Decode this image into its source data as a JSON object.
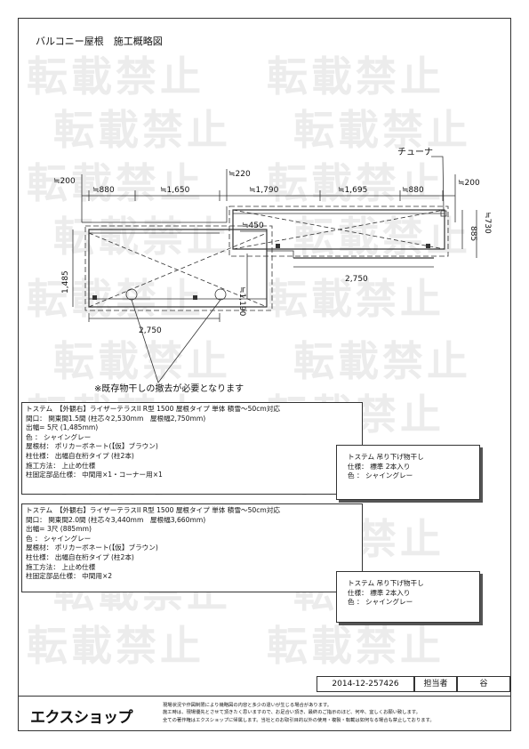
{
  "title": "バルコニー屋根　施工概略図",
  "watermark": "転載禁止",
  "dims": {
    "top_left": "≒200",
    "top_right": "≒200",
    "seg1": "≒880",
    "seg2": "≒1,650",
    "seg3": "≒1,790",
    "seg4": "≒1,695",
    "seg5": "≒880",
    "step": "≒220",
    "gap": "≒450",
    "left_height": "1,485",
    "left_post": "≒1,190",
    "right_885": "885",
    "right_730": "≒730",
    "left_width": "2,750",
    "right_width": "2,750"
  },
  "tuner_label": "チューナ",
  "removal_note": "※既存物干しの撤去が必要となります",
  "spec1": [
    "トステム　【外観右】ライザーテラスII R型 1500 屋根タイプ 単体 積雪～50cm対応",
    "間口： 関東間1.5間 (柱芯々2,530mm　屋根幅2,750mm)",
    "出幅= 5尺 (1,485mm)",
    "色 ： シャイングレー",
    "屋根材： ポリカーボネート(【仮】ブラウン)",
    "柱仕様： 出幅自在桁タイプ (柱2本)",
    "施工方法： 上止め仕様",
    "柱固定部品仕様： 中間用×1・コーナー用×1"
  ],
  "spec2": [
    "トステム　【外観右】ライザーテラスII R型 1500 屋根タイプ 単体 積雪～50cm対応",
    "間口： 関東間2.0間 (柱芯々3,440mm　屋根幅3,660mm)",
    "出幅= 3尺 (885mm)",
    "色 ： シャイングレー",
    "屋根材： ポリカーボネート(【仮】ブラウン)",
    "柱仕様： 出幅自在桁タイプ (柱2本)",
    "施工方法： 上止め仕様",
    "柱固定部品仕様： 中間用×2"
  ],
  "hang1": [
    "トステム 吊り下げ物干し",
    "仕様： 標準 2本入り",
    "色 ： シャイングレー"
  ],
  "hang2": [
    "トステム 吊り下げ物干し",
    "仕様： 標準 2本入り",
    "色 ： シャイングレー"
  ],
  "footer": {
    "doc_no": "2014-12-257426",
    "staff_label": "担当者",
    "staff": "谷",
    "logo": "エクスショップ",
    "notes": [
      "現場状況や作図制限により幾略図の内容と多少の違いが生じる場合があります。",
      "施工時は、現場優先とさせて頂きたく思いますので、お足合い頂き、最終のご指示のほど、何卒、宜しくお願い致します。",
      "全ての著作権はエクスショップに帰属します。当社とのお取引目的以外の使用・複製・転載は如何なる場合も禁止しております。"
    ]
  },
  "colors": {
    "line": "#333333",
    "watermark": "#ececec"
  }
}
